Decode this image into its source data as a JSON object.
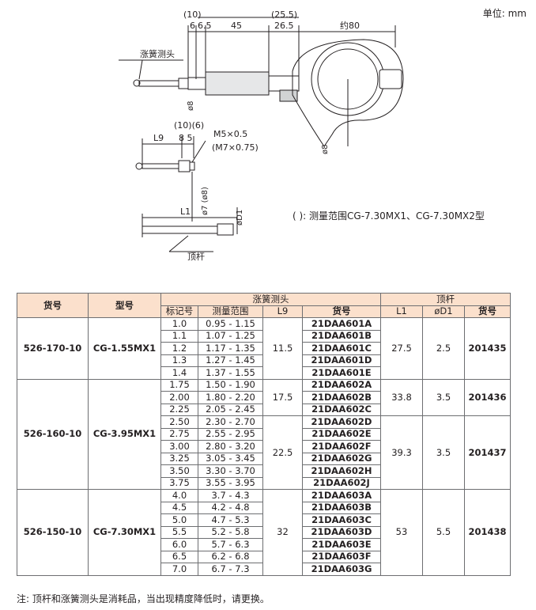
{
  "unit_label": "单位: mm",
  "drawing": {
    "dim_top": [
      "(10)",
      "6",
      "6.5",
      "45",
      "(25.5)",
      "26.5",
      "约80"
    ],
    "label_head": "涨簧测头",
    "dia_small": "ø8",
    "dia_right": "ø8",
    "dim_mid": [
      "(10)(6)",
      "8 5"
    ],
    "l9": "L9",
    "thread1": "M5×0.5",
    "thread2": "(M7×0.75)",
    "dia_7": "ø7 (ø8)",
    "l1": "L1",
    "d1": "øD1",
    "label_rod": "顶杆"
  },
  "range_note": "(   ): 测量范围CG-7.30MX1、CG-7.30MX2型",
  "table": {
    "headers": {
      "order_no": "货号",
      "model": "型号",
      "head_group": "涨簧测头",
      "nominal": "标记号",
      "range": "测量范围",
      "l9": "L9",
      "head_order": "货号",
      "rod_group": "顶杆",
      "l1": "L1",
      "d1": "øD1",
      "rod_order": "货号"
    },
    "groups": [
      {
        "order_no": "526-170-10",
        "model": "CG-1.55MX1",
        "rod": {
          "l1": "27.5",
          "d1": "2.5",
          "order": "201435"
        },
        "l9_blocks": [
          {
            "l9": "11.5",
            "rows": [
              [
                "1.0",
                "0.95 - 1.15",
                "21DAA601A"
              ],
              [
                "1.1",
                "1.07 - 1.25",
                "21DAA601B"
              ],
              [
                "1.2",
                "1.17 - 1.35",
                "21DAA601C"
              ],
              [
                "1.3",
                "1.27 - 1.45",
                "21DAA601D"
              ],
              [
                "1.4",
                "1.37 - 1.55",
                "21DAA601E"
              ]
            ]
          }
        ]
      },
      {
        "order_no": "526-160-10",
        "model": "CG-3.95MX1",
        "rod_blocks": [
          {
            "l1": "33.8",
            "d1": "3.5",
            "order": "201436"
          },
          {
            "l1": "39.3",
            "d1": "3.5",
            "order": "201437"
          }
        ],
        "l9_blocks": [
          {
            "l9": "17.5",
            "rows": [
              [
                "1.75",
                "1.50 - 1.90",
                "21DAA602A"
              ],
              [
                "2.00",
                "1.80 - 2.20",
                "21DAA602B"
              ],
              [
                "2.25",
                "2.05 - 2.45",
                "21DAA602C"
              ]
            ]
          },
          {
            "l9": "22.5",
            "rows": [
              [
                "2.50",
                "2.30 - 2.70",
                "21DAA602D"
              ],
              [
                "2.75",
                "2.55 - 2.95",
                "21DAA602E"
              ],
              [
                "3.00",
                "2.80 - 3.20",
                "21DAA602F"
              ],
              [
                "3.25",
                "3.05 - 3.45",
                "21DAA602G"
              ],
              [
                "3.50",
                "3.30 - 3.70",
                "21DAA602H"
              ],
              [
                "3.75",
                "3.55 - 3.95",
                "21DAA602J"
              ]
            ]
          }
        ]
      },
      {
        "order_no": "526-150-10",
        "model": "CG-7.30MX1",
        "rod": {
          "l1": "53",
          "d1": "5.5",
          "order": "201438"
        },
        "l9_blocks": [
          {
            "l9": "32",
            "rows": [
              [
                "4.0",
                "3.7 - 4.3",
                "21DAA603A"
              ],
              [
                "4.5",
                "4.2 - 4.8",
                "21DAA603B"
              ],
              [
                "5.0",
                "4.7 - 5.3",
                "21DAA603C"
              ],
              [
                "5.5",
                "5.2 - 5.8",
                "21DAA603D"
              ],
              [
                "6.0",
                "5.7 - 6.3",
                "21DAA603E"
              ],
              [
                "6.5",
                "6.2 - 6.8",
                "21DAA603F"
              ],
              [
                "7.0",
                "6.7 - 7.3",
                "21DAA603G"
              ]
            ]
          }
        ]
      }
    ]
  },
  "footnote": "注: 顶杆和涨簧测头是消耗品，当出现精度降低时，请更换。"
}
